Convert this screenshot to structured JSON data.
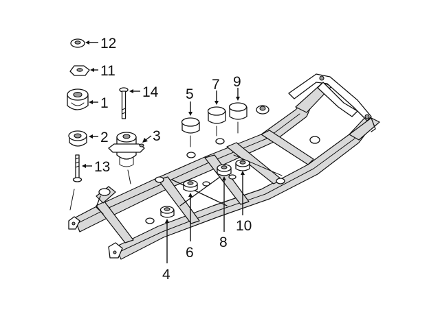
{
  "callouts": [
    {
      "id": "12",
      "label": "12"
    },
    {
      "id": "11",
      "label": "11"
    },
    {
      "id": "1",
      "label": "1"
    },
    {
      "id": "14",
      "label": "14"
    },
    {
      "id": "2",
      "label": "2"
    },
    {
      "id": "3",
      "label": "3"
    },
    {
      "id": "13",
      "label": "13"
    },
    {
      "id": "5",
      "label": "5"
    },
    {
      "id": "7",
      "label": "7"
    },
    {
      "id": "9",
      "label": "9"
    },
    {
      "id": "10",
      "label": "10"
    },
    {
      "id": "8",
      "label": "8"
    },
    {
      "id": "6",
      "label": "6"
    },
    {
      "id": "4",
      "label": "4"
    }
  ]
}
